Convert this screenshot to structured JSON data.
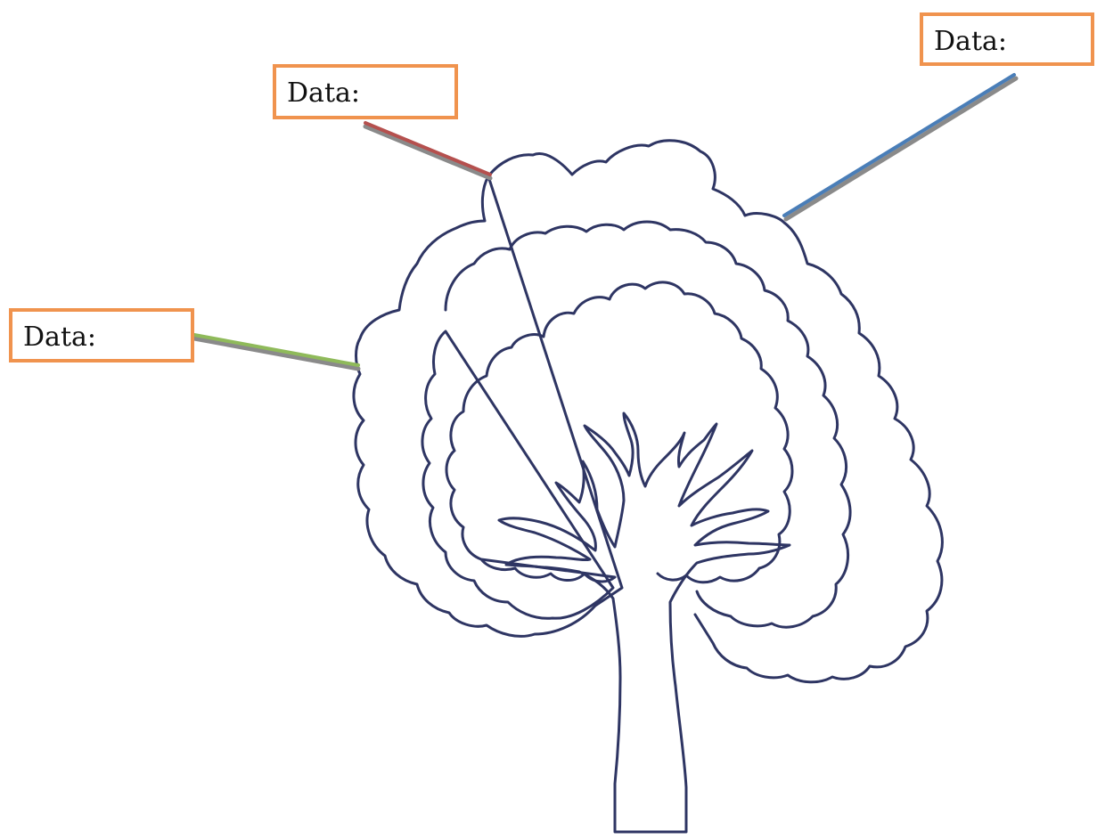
{
  "labels": {
    "top": "Data:",
    "right": "Data:",
    "left": "Data:"
  },
  "colors": {
    "box_border": "#F0934E",
    "tree_outline": "#2E3563",
    "connector_top": "#B5504E",
    "connector_right": "#4A7EB8",
    "connector_left": "#8FBA5A",
    "connector_shadow": "#8A8A8A"
  }
}
